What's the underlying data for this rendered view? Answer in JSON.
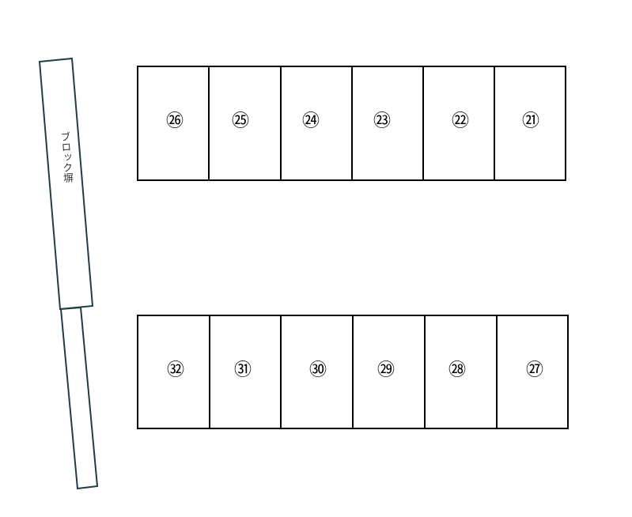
{
  "block_wall": {
    "label": "ブロック塀"
  },
  "parking_rows": {
    "top": [
      "㉖",
      "㉕",
      "㉔",
      "㉓",
      "㉒",
      "㉑"
    ],
    "bottom": [
      "㉜",
      "㉛",
      "㉚",
      "㉙",
      "㉘",
      "㉗"
    ]
  },
  "colors": {
    "wall_stroke": "#1f3d44",
    "space_stroke": "#000000"
  }
}
